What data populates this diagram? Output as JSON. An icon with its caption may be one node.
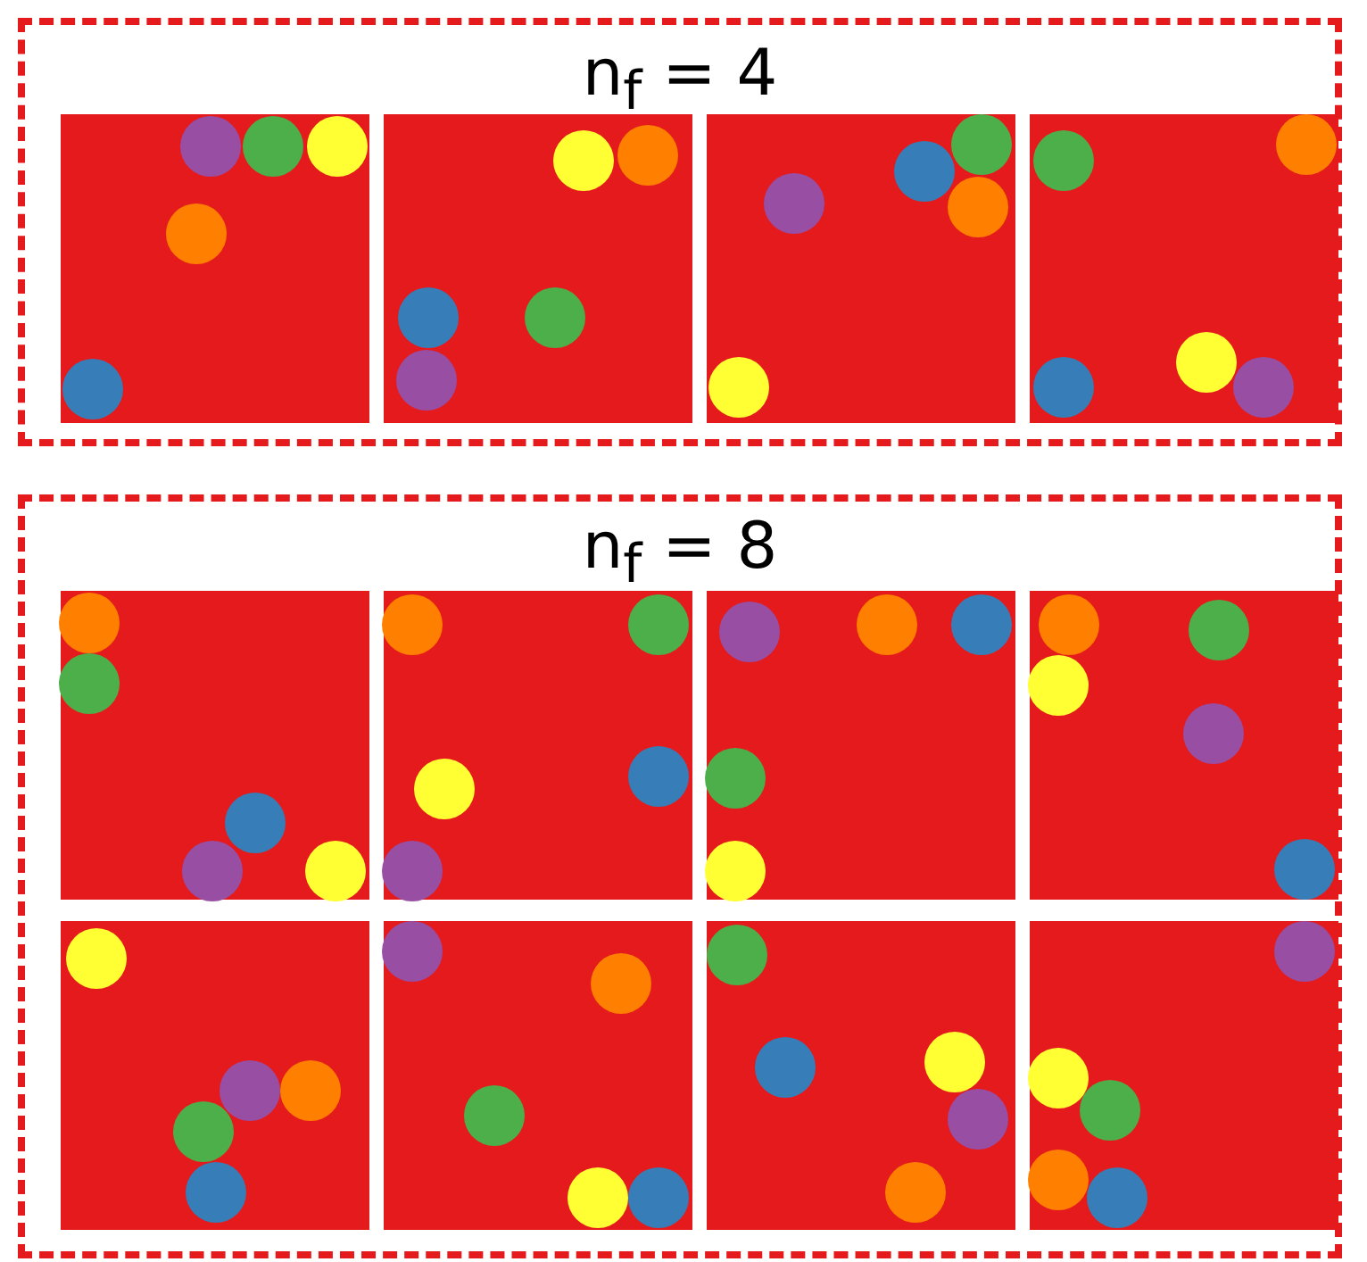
{
  "diagram": {
    "nodes": [
      {
        "text": [
          "n$_{f}$ = 4"
        ]
      },
      {
        "text": [],
        "shape": "box",
        "in": 0
      },
      {
        "text": [],
        "shape": "box",
        "in": 0
      },
      {
        "text": [],
        "shape": "box",
        "in": 0
      },
      {
        "text": [],
        "shape": "box",
        "in": 0
      },
      {
        "text": [
          "n$_{f}$ = 8"
        ]
      },
      {
        "text": [],
        "shape": "box",
        "in": 5
      },
      {
        "text": [],
        "shape": "box",
        "in": 5
      },
      {
        "text": [],
        "shape": "box",
        "in": 5
      },
      {
        "text": [],
        "shape": "box",
        "in": 5
      },
      {
        "text": [],
        "shape": "box",
        "in": 5
      },
      {
        "text": [],
        "shape": "box",
        "in": 5
      },
      {
        "text": [],
        "shape": "box",
        "in": 5
      },
      {
        "text": [],
        "shape": "box",
        "in": 5
      }
    ],
    "edges": []
  }
}
